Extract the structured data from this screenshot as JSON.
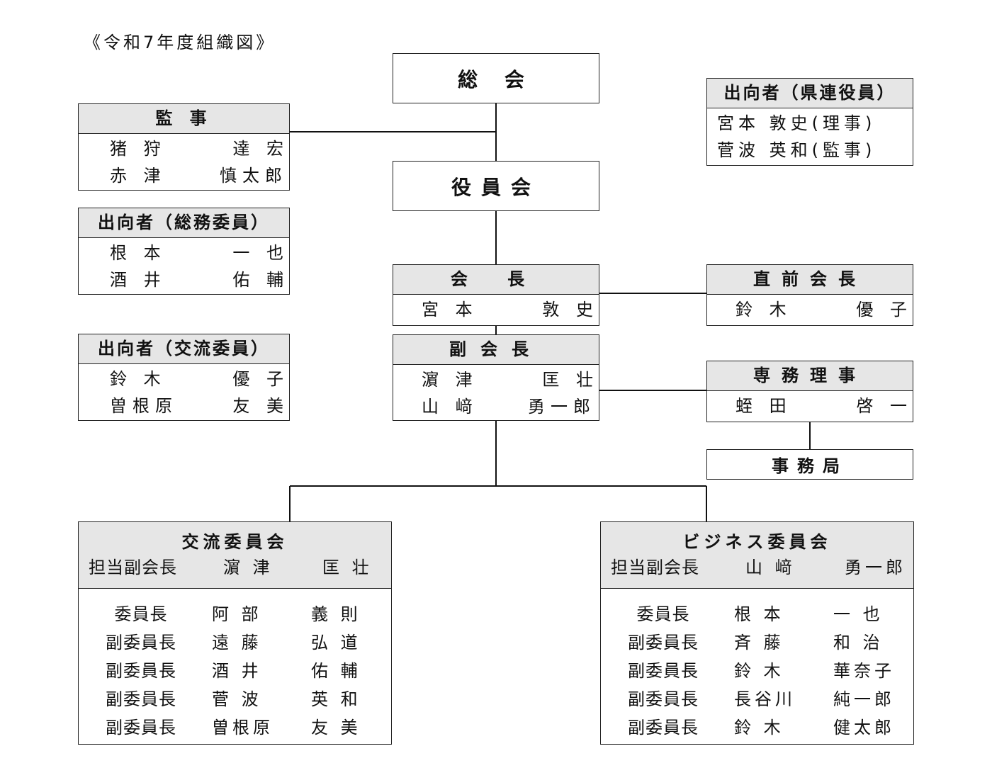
{
  "page_title": "《令和7年度組織図》",
  "soukai": "総 会",
  "yakuinkai": "役員会",
  "kansa": {
    "title": "監 事",
    "rows": [
      [
        "猪 狩",
        "達 宏"
      ],
      [
        "赤 津",
        "慎太郎"
      ]
    ]
  },
  "shukkou_soumu": {
    "title": "出向者（総務委員）",
    "rows": [
      [
        "根 本",
        "一 也"
      ],
      [
        "酒 井",
        "佑 輔"
      ]
    ]
  },
  "shukkou_kouryuu": {
    "title": "出向者（交流委員）",
    "rows": [
      [
        "鈴 木",
        "優 子"
      ],
      [
        "曽根原",
        "友 美"
      ]
    ]
  },
  "shukkou_ken": {
    "title": "出向者（県連役員）",
    "rows": [
      "宮本 敦史(理事)",
      "菅波 英和(監事)"
    ]
  },
  "kaichou": {
    "title": "会 長",
    "rows": [
      [
        "宮 本",
        "敦 史"
      ]
    ]
  },
  "fukukaichou": {
    "title": "副会長",
    "rows": [
      [
        "濵 津",
        "匡 壮"
      ],
      [
        "山 﨑",
        "勇一郎"
      ]
    ]
  },
  "zenkaichou": {
    "title": "直前会長",
    "rows": [
      [
        "鈴 木",
        "優 子"
      ]
    ]
  },
  "senmu": {
    "title": "専務理事",
    "rows": [
      [
        "蛭 田",
        "啓 一"
      ]
    ]
  },
  "jimukyoku": "事務局",
  "kouryuu_iinkai": {
    "title": "交流委員会",
    "head": [
      "担当副会長",
      "濵 津",
      "匡 壮"
    ],
    "rows": [
      [
        "委員長",
        "阿 部",
        "義 則"
      ],
      [
        "副委員長",
        "遠 藤",
        "弘 道"
      ],
      [
        "副委員長",
        "酒 井",
        "佑 輔"
      ],
      [
        "副委員長",
        "菅 波",
        "英 和"
      ],
      [
        "副委員長",
        "曽根原",
        "友 美"
      ]
    ]
  },
  "business_iinkai": {
    "title": "ビジネス委員会",
    "head": [
      "担当副会長",
      "山 﨑",
      "勇一郎"
    ],
    "rows": [
      [
        "委員長",
        "根 本",
        "一 也"
      ],
      [
        "副委員長",
        "斉 藤",
        "和 治"
      ],
      [
        "副委員長",
        "鈴 木",
        "華奈子"
      ],
      [
        "副委員長",
        "長谷川",
        "純一郎"
      ],
      [
        "副委員長",
        "鈴 木",
        "健太郎"
      ]
    ]
  }
}
